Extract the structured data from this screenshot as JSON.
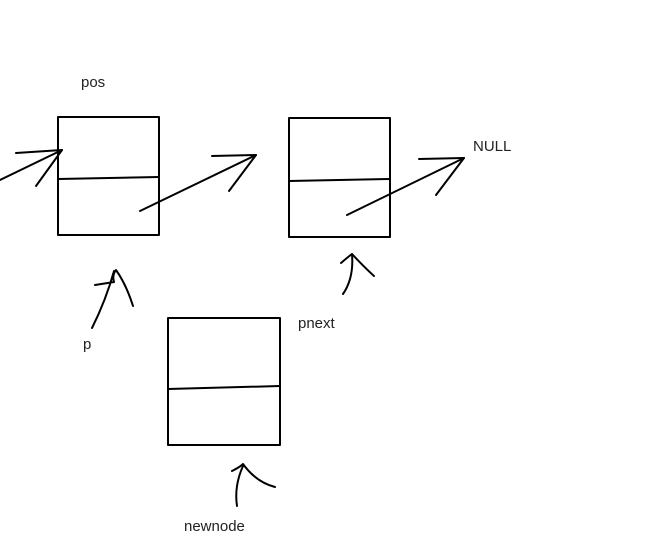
{
  "labels": {
    "pos": "pos",
    "null": "NULL",
    "p": "p",
    "pnext": "pnext",
    "newnode": "newnode"
  },
  "colors": {
    "background": "#ffffff",
    "ink": "#000000",
    "text": "#222222"
  }
}
